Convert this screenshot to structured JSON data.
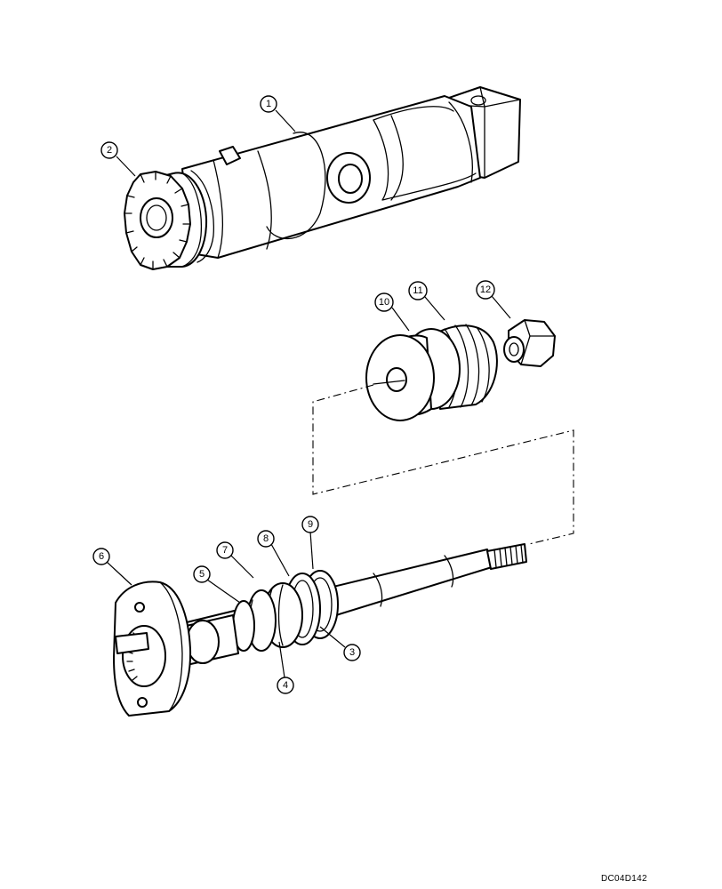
{
  "callouts": {
    "c1": "1",
    "c2": "2",
    "c3": "3",
    "c4": "4",
    "c5": "5",
    "c6": "6",
    "c7": "7",
    "c8": "8",
    "c9": "9",
    "c10": "10",
    "c11": "11",
    "c12": "12"
  },
  "reference_code": "DC04D142"
}
